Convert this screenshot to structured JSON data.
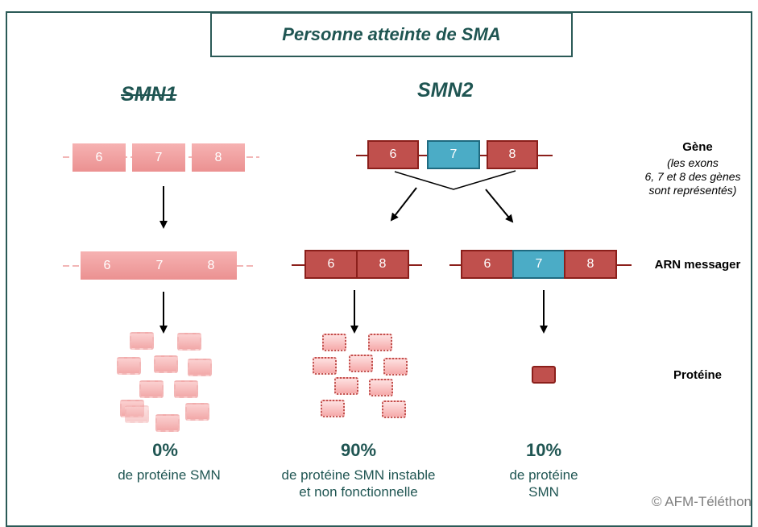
{
  "title": "Personne atteinte de SMA",
  "genes": {
    "smn1": "SMN1",
    "smn2": "SMN2"
  },
  "row_labels": {
    "gene": "Gène",
    "gene_note_line1": "(les exons",
    "gene_note_line2": "6, 7 et 8 des gènes",
    "gene_note_line3": "sont représentés)",
    "mrna": "ARN messager",
    "protein": "Protéine"
  },
  "exons": {
    "e6": "6",
    "e7": "7",
    "e8": "8"
  },
  "results": {
    "smn1_pct": "0%",
    "smn1_desc": "de protéine SMN",
    "smn2a_pct": "90%",
    "smn2a_desc1": "de protéine SMN instable",
    "smn2a_desc2": "et non fonctionnelle",
    "smn2b_pct": "10%",
    "smn2b_desc1": "de protéine",
    "smn2b_desc2": "SMN"
  },
  "copyright": "© AFM-Téléthon",
  "colors": {
    "frame": "#2b5a57",
    "title_text": "#1f5552",
    "exon_red": "#c0504d",
    "exon_blue": "#4bacc6",
    "faded": "#f2a9a9"
  }
}
